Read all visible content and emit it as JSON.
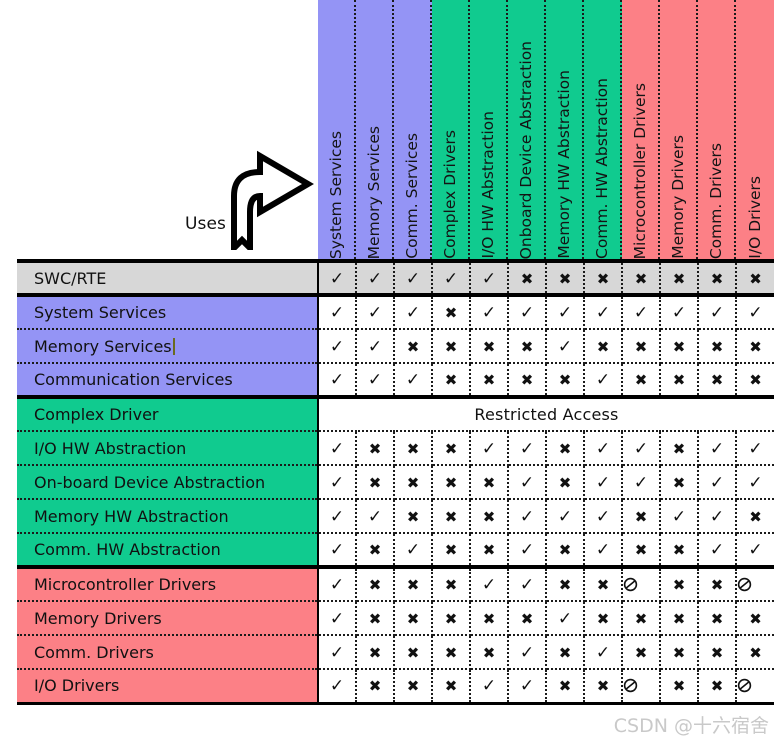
{
  "legend": {
    "label": "Uses",
    "arrow_icon": "curved-arrow-up-right-icon"
  },
  "watermark": "CSDN @十六宿舍",
  "colors": {
    "services_purple": "#9494f5",
    "abstraction_green": "#10cb8f",
    "drivers_red": "#fc8086",
    "swc_rte_gray": "#d7d7d7",
    "grid_line": "#1a1a1a",
    "caret": "#6b6b1f"
  },
  "symbols": {
    "check": "✓",
    "cross": "✗",
    "ban": "🚫"
  },
  "columns": [
    {
      "label": "System Services",
      "group": "services"
    },
    {
      "label": "Memory Services",
      "group": "services"
    },
    {
      "label": "Comm. Services",
      "group": "services"
    },
    {
      "label": "Complex Drivers",
      "group": "abstraction"
    },
    {
      "label": "I/O HW Abstraction",
      "group": "abstraction"
    },
    {
      "label": "Onboard Device Abstraction",
      "group": "abstraction"
    },
    {
      "label": "Memory HW Abstraction",
      "group": "abstraction"
    },
    {
      "label": "Comm. HW Abstraction",
      "group": "abstraction"
    },
    {
      "label": "Microcontroller Drivers",
      "group": "drivers"
    },
    {
      "label": "Memory Drivers",
      "group": "drivers"
    },
    {
      "label": "Comm. Drivers",
      "group": "drivers"
    },
    {
      "label": "I/O Drivers",
      "group": "drivers"
    }
  ],
  "rows": [
    {
      "label": "SWC/RTE",
      "group": "swc",
      "cells": [
        "y",
        "y",
        "y",
        "y",
        "y",
        "n",
        "n",
        "n",
        "n",
        "n",
        "n",
        "n"
      ]
    },
    {
      "label": "System Services",
      "group": "services",
      "cells": [
        "y",
        "y",
        "y",
        "n",
        "y",
        "y",
        "y",
        "y",
        "y",
        "y",
        "y",
        "y"
      ]
    },
    {
      "label": "Memory Services",
      "group": "services",
      "cells": [
        "y",
        "y",
        "n",
        "n",
        "n",
        "n",
        "y",
        "n",
        "n",
        "n",
        "n",
        "n"
      ],
      "caret": true
    },
    {
      "label": "Communication Services",
      "group": "services",
      "cells": [
        "y",
        "y",
        "y",
        "n",
        "n",
        "n",
        "n",
        "y",
        "n",
        "n",
        "n",
        "n"
      ]
    },
    {
      "label": "Complex Driver",
      "group": "abstraction",
      "spanned_text": "Restricted Access"
    },
    {
      "label": "I/O HW Abstraction",
      "group": "abstraction",
      "cells": [
        "y",
        "n",
        "n",
        "n",
        "y",
        "y",
        "n",
        "y",
        "y",
        "n",
        "y",
        "y"
      ]
    },
    {
      "label": "On-board Device Abstraction",
      "group": "abstraction",
      "cells": [
        "y",
        "n",
        "n",
        "n",
        "n",
        "y",
        "n",
        "y",
        "y",
        "n",
        "y",
        "y"
      ]
    },
    {
      "label": "Memory HW Abstraction",
      "group": "abstraction",
      "cells": [
        "y",
        "y",
        "n",
        "n",
        "n",
        "y",
        "y",
        "y",
        "n",
        "y",
        "y",
        "n"
      ]
    },
    {
      "label": "Comm. HW Abstraction",
      "group": "abstraction",
      "cells": [
        "y",
        "n",
        "y",
        "n",
        "n",
        "y",
        "n",
        "y",
        "n",
        "n",
        "y",
        "y"
      ]
    },
    {
      "label": "Microcontroller Drivers",
      "group": "drivers",
      "cells": [
        "y",
        "n",
        "n",
        "n",
        "y",
        "y",
        "n",
        "n",
        "b",
        "n",
        "n",
        "b"
      ]
    },
    {
      "label": "Memory Drivers",
      "group": "drivers",
      "cells": [
        "y",
        "n",
        "n",
        "n",
        "n",
        "n",
        "y",
        "n",
        "n",
        "n",
        "n",
        "n"
      ]
    },
    {
      "label": "Comm. Drivers",
      "group": "drivers",
      "cells": [
        "y",
        "n",
        "n",
        "n",
        "n",
        "y",
        "n",
        "y",
        "n",
        "n",
        "n",
        "n"
      ]
    },
    {
      "label": "I/O Drivers",
      "group": "drivers",
      "cells": [
        "y",
        "n",
        "n",
        "n",
        "y",
        "y",
        "n",
        "n",
        "b",
        "n",
        "n",
        "b"
      ]
    }
  ]
}
